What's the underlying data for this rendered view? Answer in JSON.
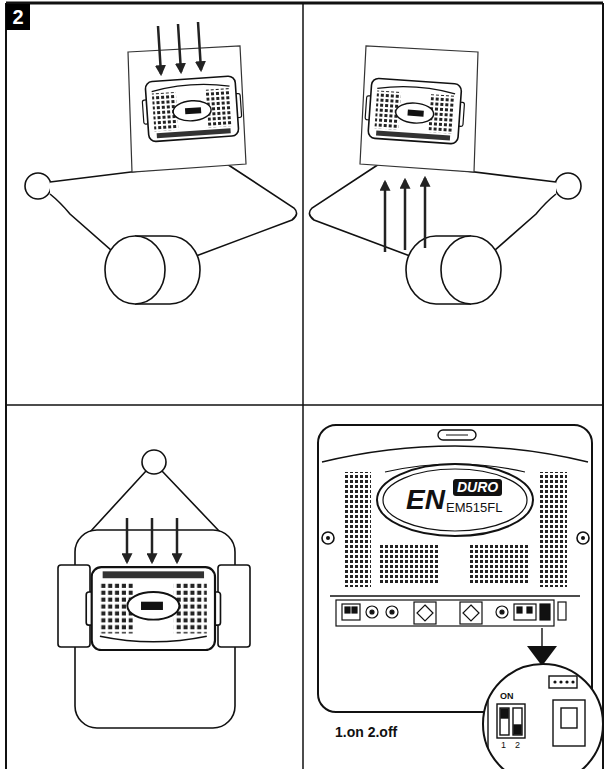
{
  "diagram": {
    "nodes": [
      {
        "text": [
          "2"
        ]
      }
    ],
    "labels": [
      "EN",
      "DURO",
      "EM515FL",
      "ON",
      "1",
      "2",
      "1.on 2.off"
    ]
  }
}
